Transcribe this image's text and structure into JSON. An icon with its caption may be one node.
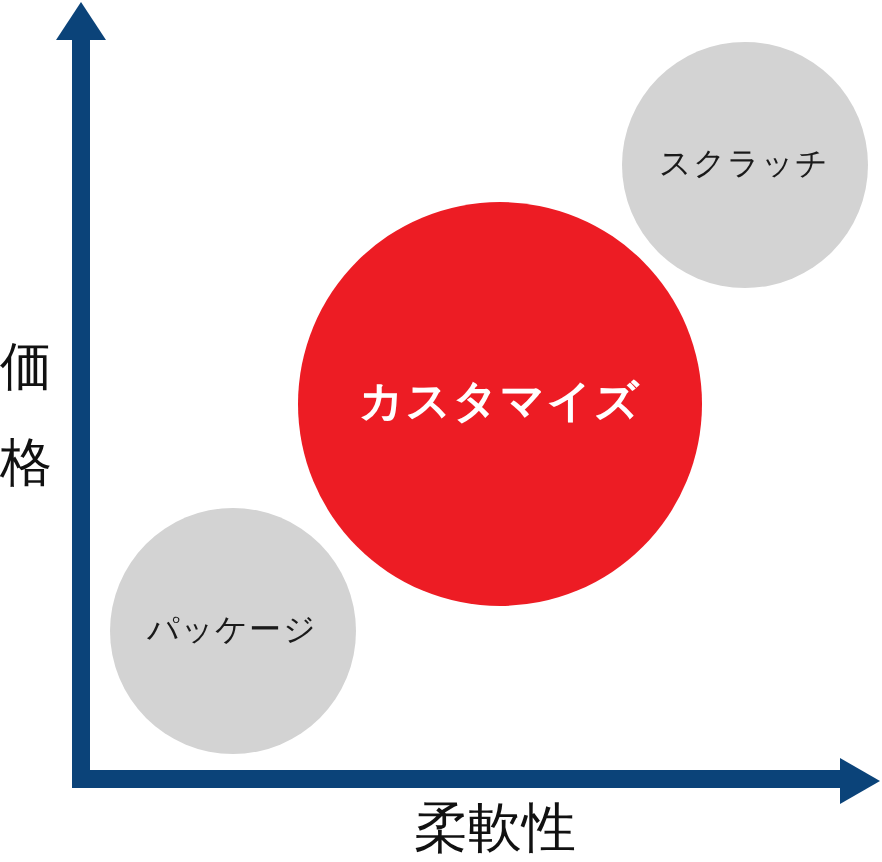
{
  "diagram": {
    "nodes": [
      {
        "text": [
          "スクラッチ"
        ]
      },
      {
        "text": [
          "カスタマイズ"
        ]
      },
      {
        "text": [
          "パッケージ"
        ]
      }
    ],
    "labels": [
      "価格",
      "柔軟性"
    ]
  }
}
